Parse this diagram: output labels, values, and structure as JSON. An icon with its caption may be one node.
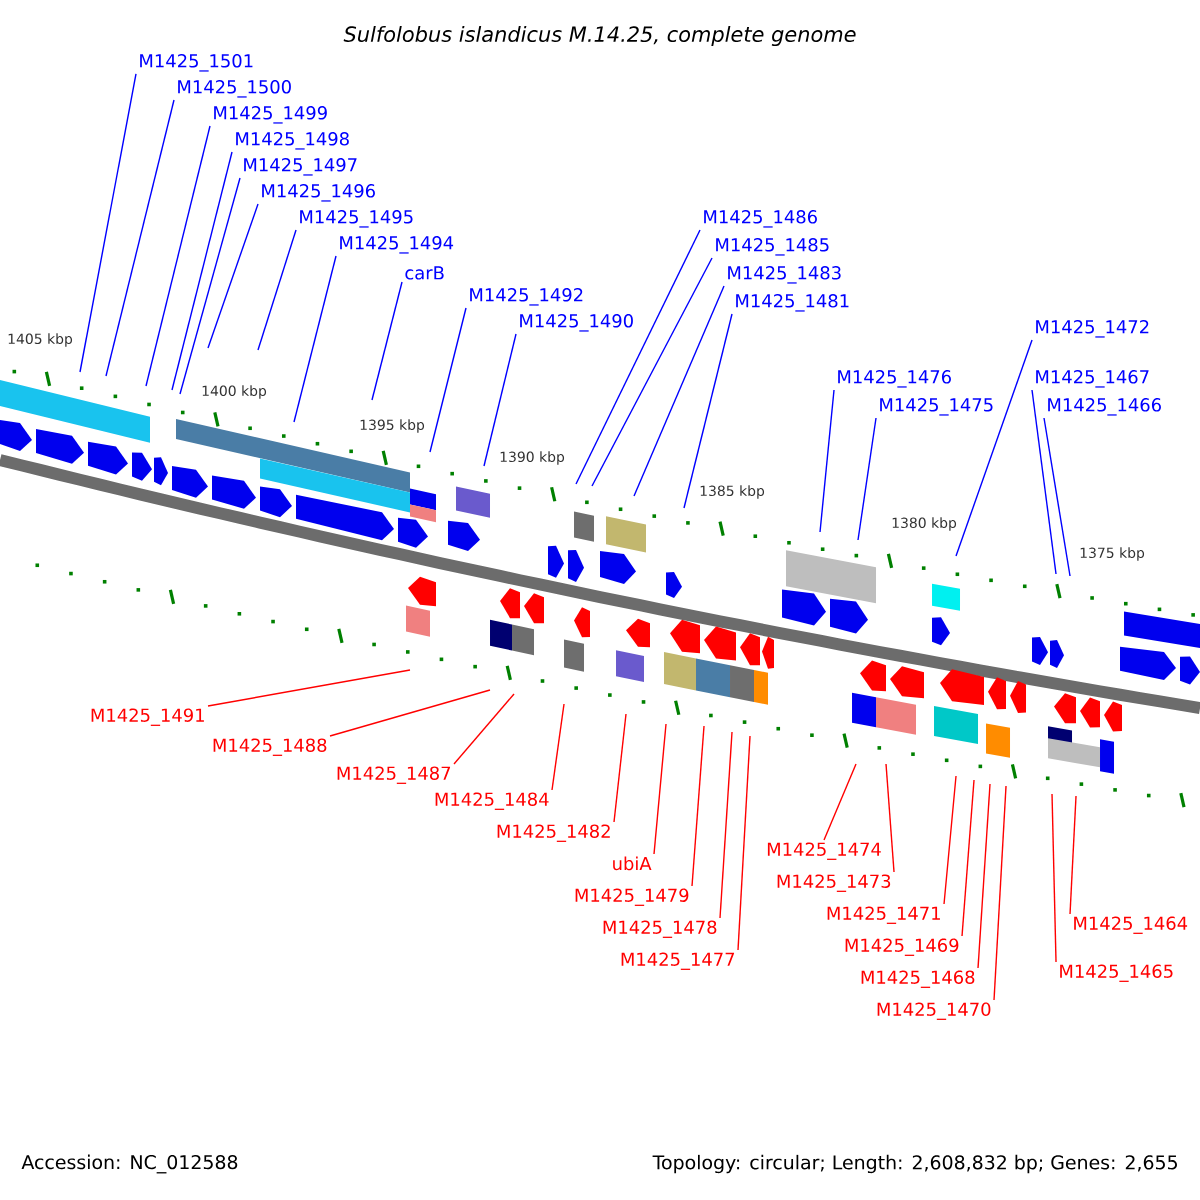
{
  "diagram": {
    "title": "Sulfolobus islandicus M.14.25, complete genome",
    "nodes": [
      {
        "text": [
          "M1425_1501"
        ]
      },
      {
        "text": [
          "M1425_1500"
        ]
      },
      {
        "text": [
          "M1425_1499"
        ]
      },
      {
        "text": [
          "M1425_1498"
        ]
      },
      {
        "text": [
          "M1425_1497"
        ]
      },
      {
        "text": [
          "M1425_1496"
        ]
      },
      {
        "text": [
          "M1425_1495"
        ]
      },
      {
        "text": [
          "M1425_1494"
        ]
      },
      {
        "text": [
          "carB"
        ]
      },
      {
        "text": [
          "M1425_1492"
        ]
      },
      {
        "text": [
          "M1425_1490"
        ]
      },
      {
        "text": [
          "M1425_1486"
        ]
      },
      {
        "text": [
          "M1425_1485"
        ]
      },
      {
        "text": [
          "M1425_1483"
        ]
      },
      {
        "text": [
          "M1425_1481"
        ]
      },
      {
        "text": [
          "M1425_1476"
        ]
      },
      {
        "text": [
          "M1425_1475"
        ]
      },
      {
        "text": [
          "M1425_1472"
        ]
      },
      {
        "text": [
          "M1425_1467"
        ]
      },
      {
        "text": [
          "M1425_1466"
        ]
      },
      {
        "text": [
          "M1425_1491"
        ]
      },
      {
        "text": [
          "M1425_1488"
        ]
      },
      {
        "text": [
          "M1425_1487"
        ]
      },
      {
        "text": [
          "M1425_1484"
        ]
      },
      {
        "text": [
          "M1425_1482"
        ]
      },
      {
        "text": [
          "ubiA"
        ]
      },
      {
        "text": [
          "M1425_1479"
        ]
      },
      {
        "text": [
          "M1425_1478"
        ]
      },
      {
        "text": [
          "M1425_1477"
        ]
      },
      {
        "text": [
          "M1425_1474"
        ]
      },
      {
        "text": [
          "M1425_1473"
        ]
      },
      {
        "text": [
          "M1425_1471"
        ]
      },
      {
        "text": [
          "M1425_1469"
        ]
      },
      {
        "text": [
          "M1425_1468"
        ]
      },
      {
        "text": [
          "M1425_1470"
        ]
      },
      {
        "text": [
          "M1425_1465"
        ]
      },
      {
        "text": [
          "M1425_1464"
        ]
      }
    ],
    "edges": [
      {
        "from": 0,
        "to": null,
        "arrow": "none",
        "color": "#0000ff"
      },
      {
        "from": 1,
        "to": null,
        "arrow": "none",
        "color": "#0000ff"
      },
      {
        "from": 2,
        "to": null,
        "arrow": "none",
        "color": "#0000ff"
      },
      {
        "from": 3,
        "to": null,
        "arrow": "none",
        "color": "#0000ff"
      },
      {
        "from": 4,
        "to": null,
        "arrow": "none",
        "color": "#0000ff"
      },
      {
        "from": 5,
        "to": null,
        "arrow": "none",
        "color": "#0000ff"
      },
      {
        "from": 6,
        "to": null,
        "arrow": "none",
        "color": "#0000ff"
      },
      {
        "from": 7,
        "to": null,
        "arrow": "none",
        "color": "#0000ff"
      },
      {
        "from": 8,
        "to": null,
        "arrow": "none",
        "color": "#0000ff"
      },
      {
        "from": 9,
        "to": null,
        "arrow": "none",
        "color": "#0000ff"
      },
      {
        "from": 10,
        "to": null,
        "arrow": "none",
        "color": "#0000ff"
      },
      {
        "from": 11,
        "to": null,
        "arrow": "none",
        "color": "#0000ff"
      },
      {
        "from": 12,
        "to": null,
        "arrow": "none",
        "color": "#0000ff"
      },
      {
        "from": 13,
        "to": null,
        "arrow": "none",
        "color": "#0000ff"
      },
      {
        "from": 14,
        "to": null,
        "arrow": "none",
        "color": "#0000ff"
      },
      {
        "from": 15,
        "to": null,
        "arrow": "none",
        "color": "#0000ff"
      },
      {
        "from": 16,
        "to": null,
        "arrow": "none",
        "color": "#0000ff"
      },
      {
        "from": 17,
        "to": null,
        "arrow": "none",
        "color": "#0000ff"
      },
      {
        "from": 18,
        "to": null,
        "arrow": "none",
        "color": "#0000ff"
      },
      {
        "from": 19,
        "to": null,
        "arrow": "none",
        "color": "#0000ff"
      },
      {
        "from": 20,
        "to": null,
        "arrow": "none",
        "color": "#ff0000"
      },
      {
        "from": 21,
        "to": null,
        "arrow": "none",
        "color": "#ff0000"
      },
      {
        "from": 22,
        "to": null,
        "arrow": "none",
        "color": "#ff0000"
      },
      {
        "from": 23,
        "to": null,
        "arrow": "none",
        "color": "#ff0000"
      },
      {
        "from": 24,
        "to": null,
        "arrow": "none",
        "color": "#ff0000"
      },
      {
        "from": 25,
        "to": null,
        "arrow": "none",
        "color": "#ff0000"
      },
      {
        "from": 26,
        "to": null,
        "arrow": "none",
        "color": "#ff0000"
      },
      {
        "from": 27,
        "to": null,
        "arrow": "none",
        "color": "#ff0000"
      },
      {
        "from": 28,
        "to": null,
        "arrow": "none",
        "color": "#ff0000"
      },
      {
        "from": 29,
        "to": null,
        "arrow": "none",
        "color": "#ff0000"
      },
      {
        "from": 30,
        "to": null,
        "arrow": "none",
        "color": "#ff0000"
      },
      {
        "from": 31,
        "to": null,
        "arrow": "none",
        "color": "#ff0000"
      },
      {
        "from": 32,
        "to": null,
        "arrow": "none",
        "color": "#ff0000"
      },
      {
        "from": 33,
        "to": null,
        "arrow": "none",
        "color": "#ff0000"
      },
      {
        "from": 34,
        "to": null,
        "arrow": "none",
        "color": "#ff0000"
      },
      {
        "from": 35,
        "to": null,
        "arrow": "none",
        "color": "#ff0000"
      },
      {
        "from": 36,
        "to": null,
        "arrow": "none",
        "color": "#ff0000"
      }
    ],
    "labels": [
      "1405 kbp",
      "1400 kbp",
      "1395 kbp",
      "1390 kbp",
      "1385 kbp",
      "1380 kbp",
      "1375 kbp",
      "Accession: NC_012588",
      "Topology: circular; Length: 2,608,832 bp; Genes: 2,655"
    ]
  }
}
